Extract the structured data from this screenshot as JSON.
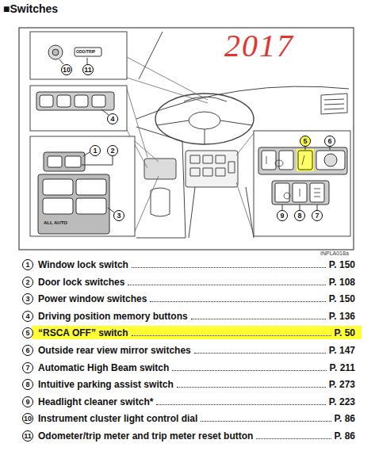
{
  "diagram": {
    "title": "■Switches",
    "labels": [
      "2017",
      "10",
      "11",
      "ODO/TRIP",
      "4",
      "1",
      "2",
      "3",
      "ALL AUTO",
      "5",
      "6",
      "9",
      "8",
      "7",
      "INPLA018a",
      "1",
      "Window lock switch",
      "P. 150",
      "2",
      "Door lock switches",
      "P. 108",
      "3",
      "Power window switches",
      "P. 150",
      "4",
      "Driving position memory buttons",
      "P. 136",
      "5",
      "“RSCA OFF” switch",
      "P. 50",
      "6",
      "Outside rear view mirror switches",
      "P. 147",
      "7",
      "Automatic High Beam switch",
      "P. 211",
      "8",
      "Intuitive parking assist switch",
      "P. 273",
      "9",
      "Headlight cleaner switch*",
      "P. 223",
      "10",
      "Instrument cluster light control dial",
      "P. 86",
      "11",
      "Odometer/trip meter and trip meter reset button",
      "P. 86"
    ]
  }
}
